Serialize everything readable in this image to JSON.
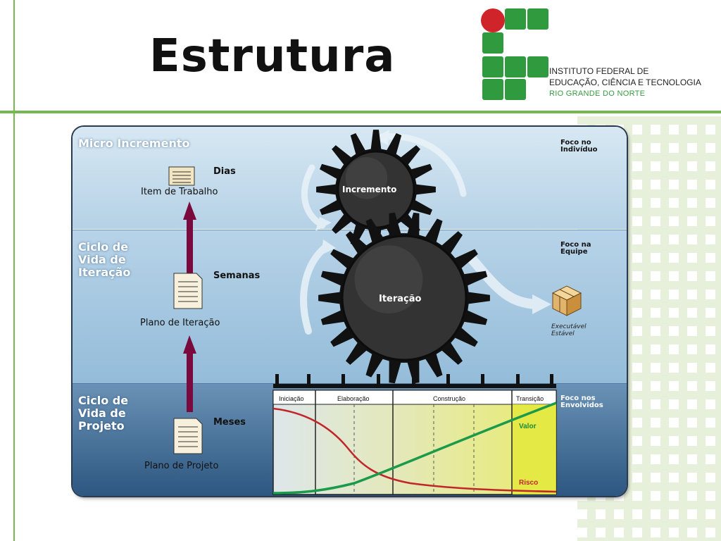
{
  "slide": {
    "title": "Estrutura"
  },
  "logo": {
    "line1": "INSTITUTO FEDERAL DE",
    "line2": "EDUCAÇÃO, CIÊNCIA E TECNOLOGIA",
    "line3": "RIO GRANDE DO NORTE",
    "colors": {
      "green": "#2f9b3e",
      "red": "#d0242b"
    }
  },
  "levels": {
    "micro": {
      "label": "Micro Incremento",
      "focus_1": "Foco no",
      "focus_2": "Indivíduo",
      "time": "Dias",
      "artifact": "Item de Trabalho",
      "gear": "Incremento"
    },
    "iteration": {
      "label_1": "Ciclo de",
      "label_2": "Vida de",
      "label_3": "Iteração",
      "focus_1": "Foco na",
      "focus_2": "Equipe",
      "time": "Semanas",
      "artifact": "Plano de Iteração",
      "gear": "Iteração",
      "deliverable_1": "Executável",
      "deliverable_2": "Estável"
    },
    "project": {
      "label_1": "Ciclo de",
      "label_2": "Vida de",
      "label_3": "Projeto",
      "focus_1": "Foco nos",
      "focus_2": "Envolvidos",
      "time": "Meses",
      "artifact": "Plano de Projeto"
    }
  },
  "phases": [
    "Iniciação",
    "Elaboração",
    "Construção",
    "Transição"
  ],
  "curves": {
    "value_label": "Valor",
    "risk_label": "Risco"
  },
  "colors": {
    "arrow": "#7a0a3e",
    "gear": "#333333",
    "value_curve": "#1a9a4a",
    "risk_curve": "#c0262a",
    "accent_green": "#74b84e"
  }
}
